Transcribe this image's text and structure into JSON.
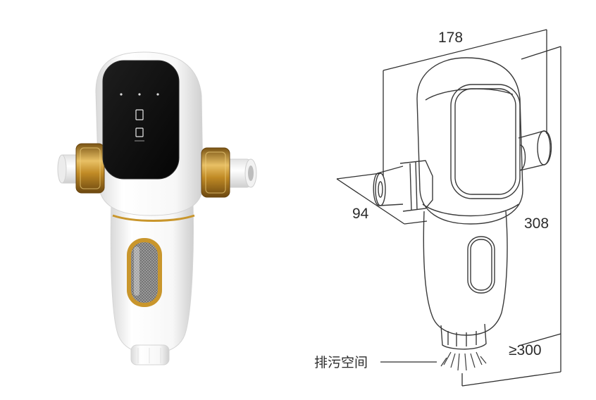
{
  "dimensions": {
    "width": "178",
    "depth": "94",
    "height": "308",
    "clearance": "≥300"
  },
  "labels": {
    "drain_space": "排污空间"
  },
  "colors": {
    "body": "#ffffff",
    "display": "#111111",
    "brass": "#c9962c",
    "line": "#3a3a3a"
  },
  "icons": {
    "product": "prefilter-photo",
    "drawing": "prefilter-line-drawing"
  }
}
